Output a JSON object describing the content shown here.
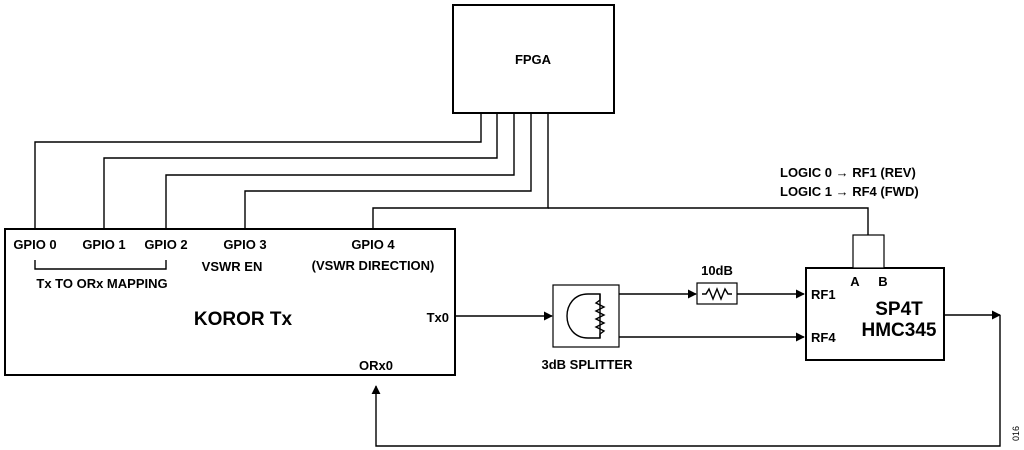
{
  "fpga": {
    "label": "FPGA"
  },
  "koror": {
    "title": "KOROR Tx",
    "gpio0": "GPIO 0",
    "gpio1": "GPIO 1",
    "gpio2": "GPIO 2",
    "gpio3": "GPIO 3",
    "gpio4": "GPIO 4",
    "vswr_en": "VSWR EN",
    "vswr_direction": "(VSWR DIRECTION)",
    "mapping": "Tx TO ORx MAPPING",
    "tx0": "Tx0",
    "orx0": "ORx0"
  },
  "splitter": {
    "label": "3dB SPLITTER"
  },
  "attenuator": {
    "label": "10dB"
  },
  "switch": {
    "line1": "SP4T",
    "line2": "HMC345",
    "rf1": "RF1",
    "rf4": "RF4",
    "a": "A",
    "b": "B"
  },
  "logic": {
    "line1": "LOGIC 0 → RF1 (REV)",
    "line2": "LOGIC 1 → RF4 (FWD)"
  },
  "figure_code": "016"
}
